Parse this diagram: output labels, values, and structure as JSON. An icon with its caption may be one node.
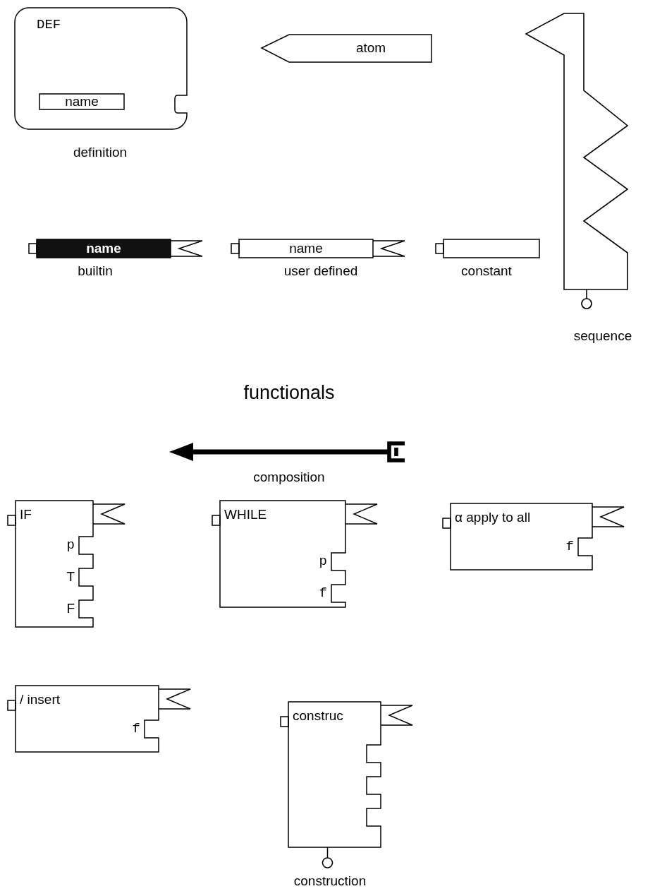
{
  "diagram": {
    "nodes": [
      {
        "text": [
          "DEF"
        ],
        "beside": [
          "definition"
        ]
      },
      {
        "text": [
          "name"
        ],
        "in": 0
      },
      {
        "text": [
          "atom"
        ]
      },
      {
        "text": [],
        "shape": "bar",
        "beside": [
          "sequence"
        ]
      },
      {
        "text": [
          "name"
        ],
        "beside": [
          "builtin"
        ]
      },
      {
        "text": [
          "name"
        ],
        "beside": [
          "user defined"
        ]
      },
      {
        "text": [],
        "shape": "box",
        "beside": [
          "constant"
        ]
      },
      {
        "text": [],
        "shape": "arrow",
        "beside": [
          "composition"
        ]
      },
      {
        "text": [
          "IF",
          "p",
          "T",
          "F"
        ]
      },
      {
        "text": [
          "WHILE",
          "p",
          "f"
        ]
      },
      {
        "text": [
          "α apply to all",
          "f"
        ]
      },
      {
        "text": [
          "/ insert",
          "f"
        ]
      },
      {
        "text": [
          "construc"
        ],
        "beside": [
          "construction"
        ]
      }
    ],
    "labels": [
      "functionals"
    ]
  }
}
